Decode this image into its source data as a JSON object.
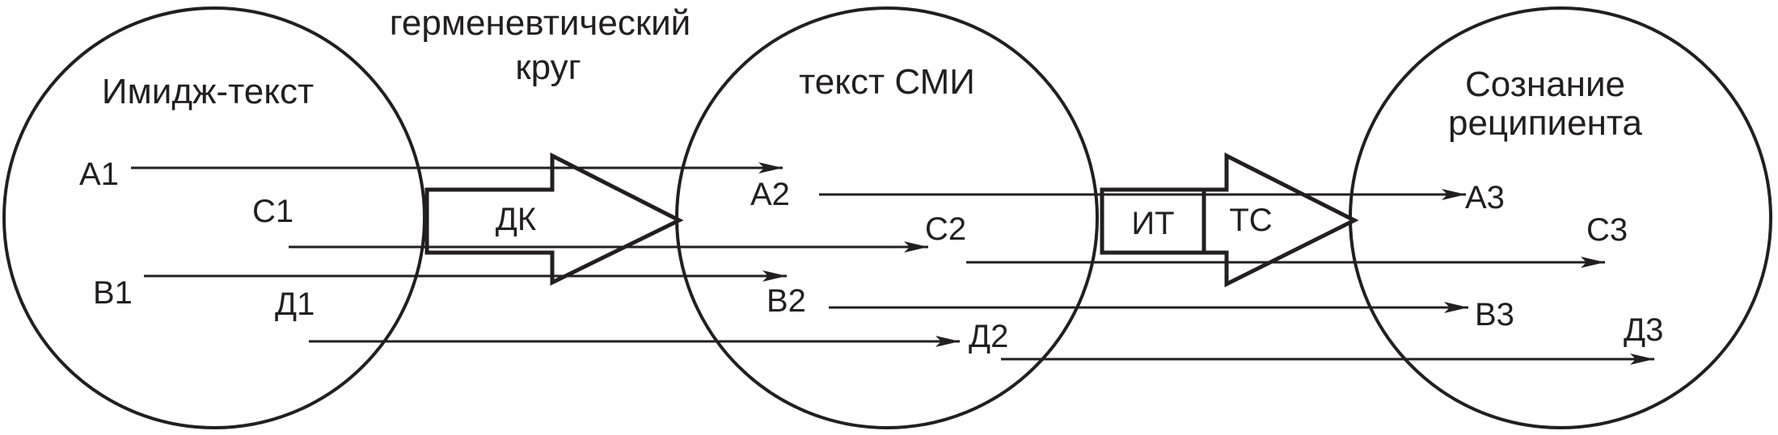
{
  "title": {
    "line1": "герменевтический",
    "line2": "круг"
  },
  "circles": {
    "left": {
      "title": "Имидж-текст"
    },
    "middle": {
      "title": "текст СМИ"
    },
    "right": {
      "line1": "Сознание",
      "line2": "реципиента"
    }
  },
  "arrows": {
    "big_left": {
      "label": "ДК"
    },
    "big_right": {
      "label_box": "ИТ",
      "label_tip": "ТС"
    }
  },
  "labels": {
    "a1": "А1",
    "c1": "С1",
    "b1": "В1",
    "d1": "Д1",
    "a2": "А2",
    "c2": "С2",
    "b2": "В2",
    "d2": "Д2",
    "a3": "А3",
    "c3": "С3",
    "b3": "В3",
    "d3": "Д3"
  },
  "colors": {
    "stroke": "#231f20",
    "background": "#ffffff"
  }
}
